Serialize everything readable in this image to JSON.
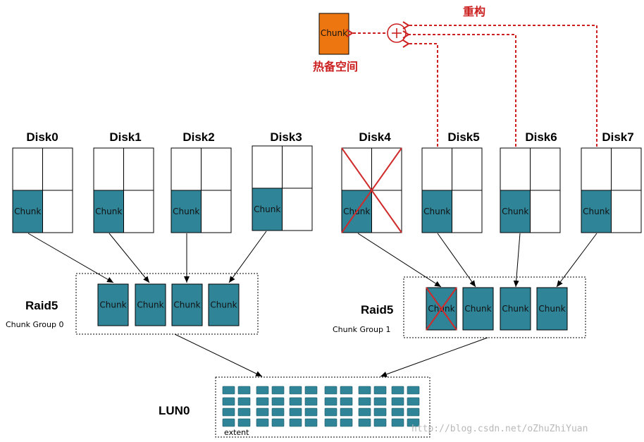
{
  "colors": {
    "chunk_fill": "#2f8498",
    "spare_fill": "#ee7611",
    "failure_red": "#d02a2a",
    "rebuild_red": "#cc2020"
  },
  "hot_spare": {
    "chunk_label": "Chunk",
    "label": "热备空间",
    "rebuild_label": "重构",
    "combine_icon": "plus-circle-icon"
  },
  "disks": [
    {
      "label": "Disk0",
      "chunk_label": "Chunk",
      "failed": false
    },
    {
      "label": "Disk1",
      "chunk_label": "Chunk",
      "failed": false
    },
    {
      "label": "Disk2",
      "chunk_label": "Chunk",
      "failed": false
    },
    {
      "label": "Disk3",
      "chunk_label": "Chunk",
      "failed": false
    },
    {
      "label": "Disk4",
      "chunk_label": "Chunk",
      "failed": true
    },
    {
      "label": "Disk5",
      "chunk_label": "Chunk",
      "failed": false
    },
    {
      "label": "Disk6",
      "chunk_label": "Chunk",
      "failed": false
    },
    {
      "label": "Disk7",
      "chunk_label": "Chunk",
      "failed": false
    }
  ],
  "raid_groups": [
    {
      "title": "Raid5",
      "subtitle": "Chunk Group 0",
      "chunks": [
        "Chunk",
        "Chunk",
        "Chunk",
        "Chunk"
      ],
      "failed_index": -1
    },
    {
      "title": "Raid5",
      "subtitle": "Chunk Group 1",
      "chunks": [
        "Chunk",
        "Chunk",
        "Chunk",
        "Chunk"
      ],
      "failed_index": 0
    }
  ],
  "lun": {
    "label": "LUN0",
    "extent_label": "extent"
  },
  "watermark": "http://blog.csdn.net/oZhuZhiYuan"
}
